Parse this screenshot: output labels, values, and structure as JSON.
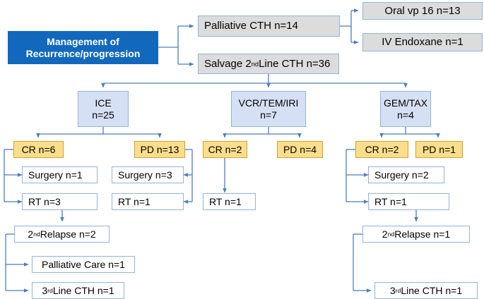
{
  "diagram": {
    "title_node": {
      "line1": "Management of",
      "line2": "Recurrence/progression"
    },
    "palliative_branch": {
      "header": "Palliative CTH n=14",
      "children": [
        "Oral vp 16 n=13",
        "IV Endoxane n=1"
      ]
    },
    "salvage_branch": {
      "header_prefix": "Salvage 2",
      "header_sup": "nd",
      "header_suffix": " Line CTH n=36"
    },
    "protocols": [
      {
        "name": "ICE",
        "count": "n=25"
      },
      {
        "name": "VCR/TEM/IRI",
        "count": "n=7"
      },
      {
        "name": "GEM/TAX",
        "count": "n=4"
      }
    ],
    "responses": {
      "ice_cr": "CR n=6",
      "ice_pd": "PD n=13",
      "vcr_cr": "CR n=2",
      "vcr_pd": "PD n=4",
      "gem_cr": "CR n=2",
      "gem_pd": "PD n=1"
    },
    "treatments": {
      "ice_cr_surgery": "Surgery n=1",
      "ice_cr_rt": "RT n=3",
      "ice_pd_surgery": "Surgery n=3",
      "ice_pd_rt": "RT n=1",
      "vcr_cr_rt": "RT n=1",
      "gem_cr_surgery": "Surgery n=2",
      "gem_cr_rt": "RT n=1"
    },
    "relapse_left": {
      "prefix": "2",
      "sup": "nd",
      "suffix": " Relapse n=2"
    },
    "relapse_right": {
      "prefix": "2",
      "sup": "nd",
      "suffix": " Relapse n=1"
    },
    "palliative_care_left": "Palliative Care n=1",
    "third_line_left": {
      "prefix": "3",
      "sup": "rd",
      "suffix": " Line CTH n=1"
    },
    "third_line_right": {
      "prefix": "3",
      "sup": "rd",
      "suffix": " Line CTH n=1"
    },
    "colors": {
      "root_fill": "#1168BD",
      "gray_fill": "#DCDCDC",
      "lightblue_fill": "#D6E0F4",
      "yellow_fill": "#FBDE8D",
      "connector": "#4A7EBB",
      "blue_border": "#8FB4DE",
      "yellow_border": "#D4A22B"
    }
  }
}
